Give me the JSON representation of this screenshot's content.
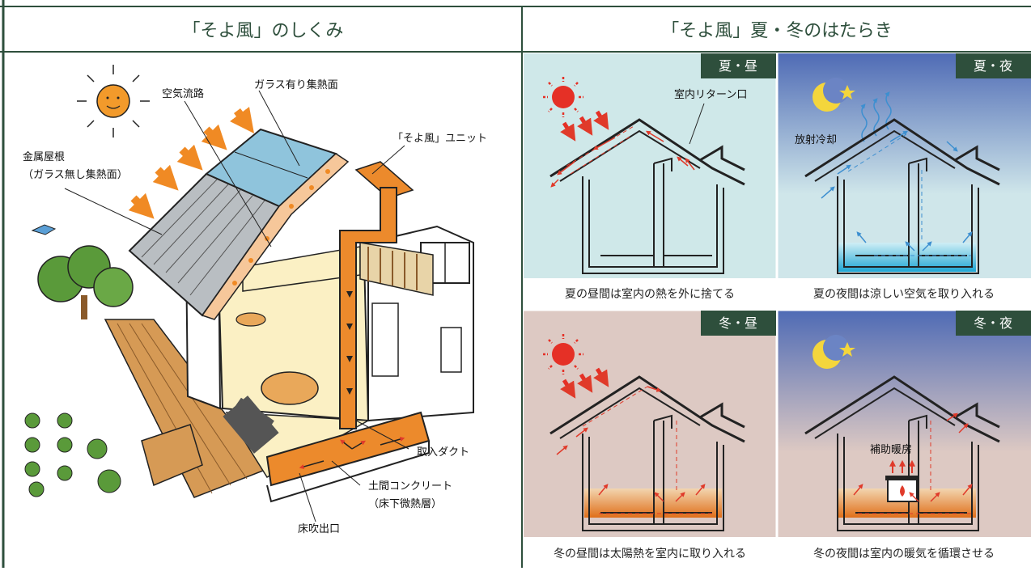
{
  "colors": {
    "frame": "#2e4f3c",
    "summer_day_bg": "#cfe8e9",
    "night_sky": "#4f6bb5",
    "winter_bg": "#ddc9c3",
    "warm_floor": "#e8862a",
    "cool_floor": "#40b8d8",
    "red_arrow": "#e03a2a",
    "orange_arrow": "#f08a24",
    "sun_red": "#e53026",
    "moon": "#f4d63c"
  },
  "left": {
    "title": "「そよ風」のしくみ",
    "labels": {
      "air_path": "空気流路",
      "glass_collector": "ガラス有り集熱面",
      "metal_roof_1": "金属屋根",
      "metal_roof_2": "（ガラス無し集熱面）",
      "unit": "「そよ風」ユニット",
      "intake_duct": "取入ダクト",
      "concrete_1": "土間コンクリート",
      "concrete_2": "（床下微熱層）",
      "floor_outlet": "床吹出口"
    }
  },
  "right": {
    "title": "「そよ風」夏・冬のはたらき",
    "panels": {
      "summer_day": {
        "tag": "夏・昼",
        "caption": "夏の昼間は室内の熱を外に捨てる",
        "label": "室内リターン口"
      },
      "summer_night": {
        "tag": "夏・夜",
        "caption": "夏の夜間は涼しい空気を取り入れる",
        "label": "放射冷却"
      },
      "winter_day": {
        "tag": "冬・昼",
        "caption": "冬の昼間は太陽熱を室内に取り入れる"
      },
      "winter_night": {
        "tag": "冬・夜",
        "caption": "冬の夜間は室内の暖気を循環させる",
        "label": "補助暖房"
      }
    }
  }
}
